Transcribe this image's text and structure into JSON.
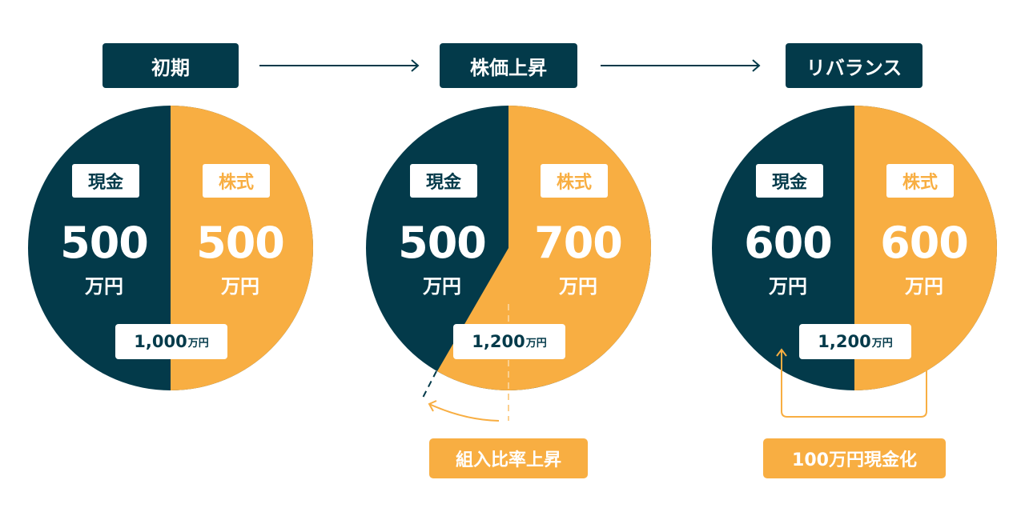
{
  "colors": {
    "cash": "#033a4a",
    "stock": "#f8ae42"
  },
  "stages": [
    {
      "title": "初期",
      "cash_label": "現金",
      "stock_label": "株式",
      "cash_value": "500",
      "stock_value": "500",
      "unit": "万円",
      "total": "1,000",
      "total_unit": "万円",
      "cash": 500,
      "stock": 500
    },
    {
      "title": "株価上昇",
      "cash_label": "現金",
      "stock_label": "株式",
      "cash_value": "500",
      "stock_value": "700",
      "unit": "万円",
      "total": "1,200",
      "total_unit": "万円",
      "cash": 500,
      "stock": 700
    },
    {
      "title": "リバランス",
      "cash_label": "現金",
      "stock_label": "株式",
      "cash_value": "600",
      "stock_value": "600",
      "unit": "万円",
      "total": "1,200",
      "total_unit": "万円",
      "cash": 600,
      "stock": 600
    }
  ],
  "notes": {
    "ratio_up": "組入比率上昇",
    "cashout": "100万円現金化"
  }
}
